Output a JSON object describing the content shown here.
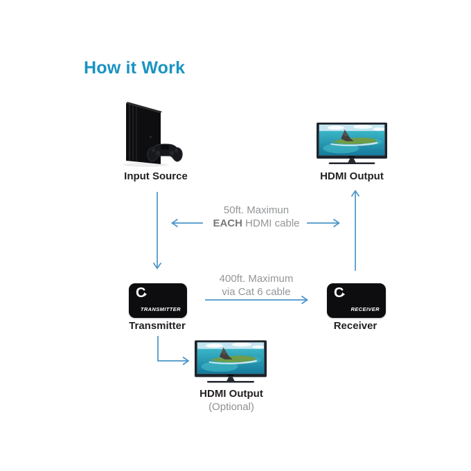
{
  "title": "How it Work",
  "nodes": {
    "input_source": {
      "label": "Input Source"
    },
    "hdmi_output_top": {
      "label": "HDMI Output"
    },
    "transmitter": {
      "logo": "C",
      "box_label": "TRANSMITTER",
      "label": "Transmitter"
    },
    "receiver": {
      "logo": "C",
      "box_label": "RECEIVER",
      "label": "Receiver"
    },
    "hdmi_output_bottom": {
      "label": "HDMI Output",
      "sublabel": "(Optional)"
    }
  },
  "annotations": {
    "hdmi_cable": {
      "line1": "50ft. Maximun",
      "line2_bold": "EACH",
      "line2_rest": " HDMI cable"
    },
    "cat6_cable": {
      "line1": "400ft. Maximum",
      "line2": "via Cat 6 cable"
    }
  },
  "colors": {
    "title": "#1a93c2",
    "arrow": "#4a94c8",
    "node_label": "#231f20",
    "annotation_text": "#939598",
    "device_box": "#0d0d0f",
    "tv_sea": "#1d8aa9",
    "tv_sky": "#c5e6f0",
    "tv_island": "#6f9c49"
  }
}
